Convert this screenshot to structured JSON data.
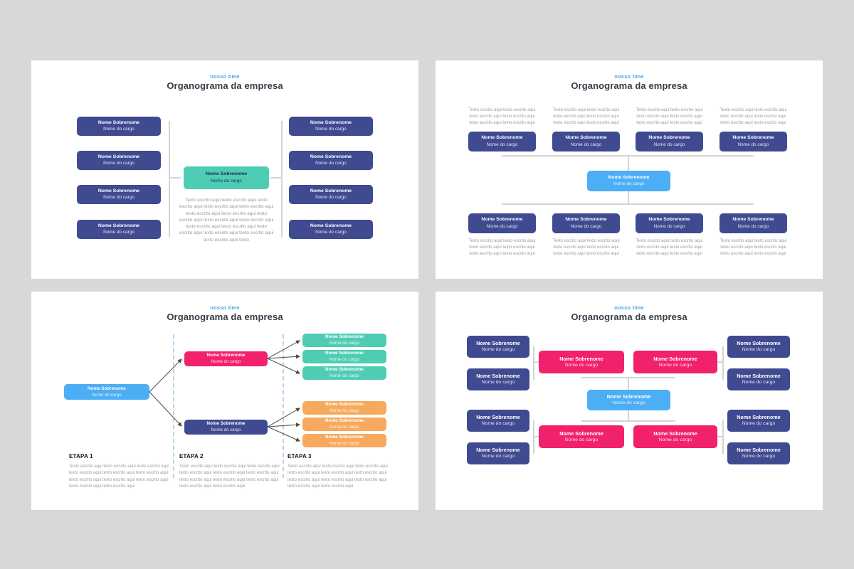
{
  "shared": {
    "eyebrow": "nosso time",
    "title": "Organograma da empresa",
    "person": {
      "name": "Nome Sobrenome",
      "role": "Nome do cargo"
    }
  },
  "slide1": {
    "description": "Texto escrito aqui texto escrito aqui texto escrito aqui texto escrito aqui texto escrito aqui texto escrito aqui texto escrito aqui texto escrito aqui texto escrito aqui texto escrito aqui texto escrito aqui texto escrito aqui texto escrito aqui texto escrito aqui texto escrito aqui texto escrito aqui texto"
  },
  "slide2": {
    "blurb": "Texto escrito aqui texto escrito aqui texto escrito aqui texto escrito aqui texto escrito aqui texto escrito aqui"
  },
  "slide3": {
    "steps": [
      {
        "label": "ETAPA 1",
        "text": "Texto escrito aqui texto escrito aqui texto escrito aqui texto escrito aqui texto escrito aqui texto escrito aqui texto escrito aqui texto escrito aqui texto escrito aqui texto escrito aqui texto escrito aqui"
      },
      {
        "label": "ETAPA 2",
        "text": "Texto escrito aqui texto escrito aqui texto escrito aqui texto escrito aqui texto escrito aqui texto escrito aqui texto escrito aqui texto escrito aqui texto escrito aqui texto escrito aqui texto escrito aqui"
      },
      {
        "label": "ETAPA 3",
        "text": "Texto escrito aqui texto escrito aqui texto escrito aqui texto escrito aqui texto escrito aqui texto escrito aqui texto escrito aqui texto escrito aqui texto escrito aqui texto escrito aqui texto escrito aqui"
      }
    ]
  },
  "colors": {
    "background": "#d8d8d8",
    "slide": "#ffffff",
    "navy": "#404a90",
    "teal": "#4ecdb4",
    "light_blue": "#4caef4",
    "pink": "#f2216b",
    "orange": "#f7a95d",
    "eyebrow_blue": "#47a5e8",
    "title_dark": "#363c46",
    "placeholder_gray": "#9d9d9d",
    "connector_gray": "#d4d4d4",
    "dashed_divider_blue": "#b7d5ec",
    "arrow_dark": "#4a4a4a"
  }
}
